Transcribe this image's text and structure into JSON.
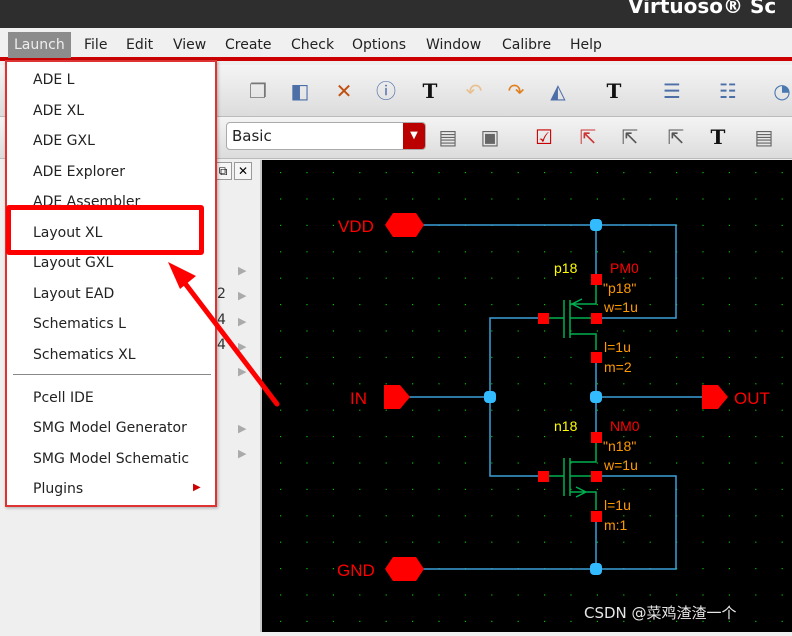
{
  "window": {
    "title": "Virtuoso® Sc"
  },
  "menubar": [
    "Launch",
    "File",
    "Edit",
    "View",
    "Create",
    "Check",
    "Options",
    "Window",
    "Calibre",
    "Help"
  ],
  "launch_menu": {
    "items": [
      "ADE L",
      "ADE XL",
      "ADE GXL",
      "ADE Explorer",
      "ADE Assembler",
      "Layout XL",
      "Layout GXL",
      "Layout EAD",
      "Schematics L",
      "Schematics XL",
      "Pcell IDE",
      "SMG Model Generator",
      "SMG Model Schematic",
      "Plugins"
    ],
    "highlighted": "Layout XL"
  },
  "toolbar": {
    "combo_value": "Basic"
  },
  "left_panel": {
    "numbers": [
      "2",
      "4",
      "4"
    ]
  },
  "schematic": {
    "pins": {
      "vdd": "VDD",
      "gnd": "GND",
      "in": "IN",
      "out": "OUT"
    },
    "pmos": {
      "model": "p18",
      "name": "PM0",
      "cell": "\"p18\"",
      "w": "w=1u",
      "l": "l=1u",
      "m": "m=2"
    },
    "nmos": {
      "model": "n18",
      "name": "NM0",
      "cell": "\"n18\"",
      "w": "w=1u",
      "l": "l=1u",
      "m": "m:1"
    },
    "colors": {
      "wire": "#3aa0d8",
      "pin": "#ff0000",
      "device": "#00b050",
      "label_yellow": "#ffff00",
      "label_orange": "#ff9900",
      "node": "#33bbff"
    }
  },
  "watermark": "CSDN @菜鸡渣渣一个",
  "annotation": {
    "color": "#ff0000"
  }
}
